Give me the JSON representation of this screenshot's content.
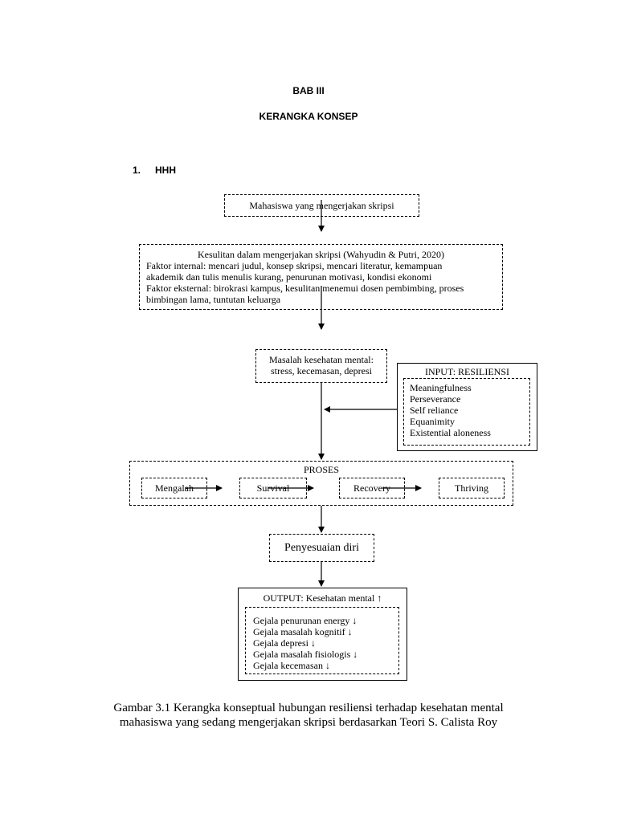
{
  "document": {
    "chapter": "BAB III",
    "title": "KERANGKA KONSEP",
    "section_number": "1.",
    "section_title": "HHH"
  },
  "diagram": {
    "box_students": "Mahasiswa yang mengerjakan skripsi",
    "box_difficulty": {
      "heading": "Kesulitan dalam mengerjakan skripsi (Wahyudin & Putri, 2020)",
      "lines": [
        "Faktor internal: mencari judul, konsep skripsi, mencari literatur, kemampuan",
        "akademik dan tulis menulis kurang, penurunan motivasi, kondisi ekonomi",
        "Faktor eksternal: birokrasi kampus, kesulitan menemui dosen pembimbing, proses",
        "bimbingan lama, tuntutan keluarga"
      ]
    },
    "box_mental": {
      "line1": "Masalah kesehatan mental:",
      "line2": "stress, kecemasan, depresi"
    },
    "input": {
      "title": "INPUT: RESILIENSI",
      "items": [
        "Meaningfulness",
        "Perseverance",
        "Self reliance",
        "Equanimity",
        "Existential aloneness"
      ]
    },
    "process": {
      "title": "PROSES",
      "steps": [
        "Mengalah",
        "Survival",
        "Recovery",
        "Thriving"
      ]
    },
    "adjustment": "Penyesuaian diri",
    "output": {
      "title": "OUTPUT: Kesehatan mental ↑",
      "items": [
        "Gejala penurunan energy ↓",
        "Gejala masalah kognitif ↓",
        "Gejala depresi ↓",
        "Gejala masalah fisiologis ↓",
        "Gejala kecemasan ↓"
      ]
    }
  },
  "caption": {
    "line1": "Gambar 3.1 Kerangka konseptual hubungan resiliensi terhadap kesehatan mental",
    "line2": "mahasiswa yang sedang mengerjakan skripsi berdasarkan Teori S. Calista Roy"
  }
}
